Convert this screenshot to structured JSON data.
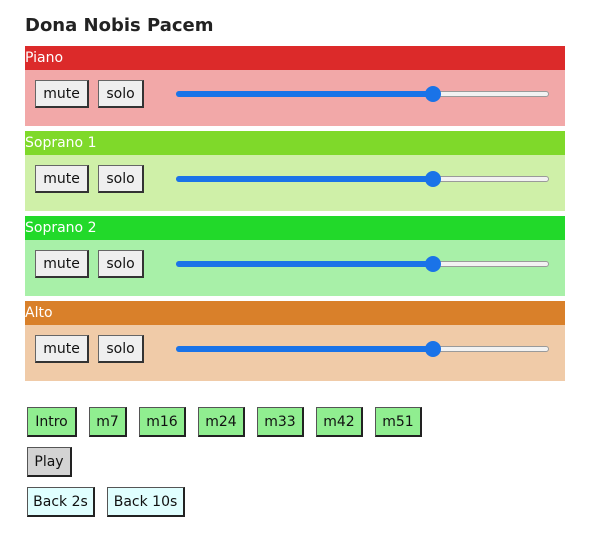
{
  "title": "Dona Nobis Pacem",
  "tracks": [
    {
      "name": "Piano",
      "header_color": "#dc2a2a",
      "body_color": "#f2a8a8",
      "mute_label": "mute",
      "solo_label": "solo",
      "volume": 0.69
    },
    {
      "name": "Soprano 1",
      "header_color": "#7fd92a",
      "body_color": "#cff0a8",
      "mute_label": "mute",
      "solo_label": "solo",
      "volume": 0.69
    },
    {
      "name": "Soprano 2",
      "header_color": "#22d92a",
      "body_color": "#a8f0a8",
      "mute_label": "mute",
      "solo_label": "solo",
      "volume": 0.69
    },
    {
      "name": "Alto",
      "header_color": "#d9802a",
      "body_color": "#f0cba8",
      "mute_label": "mute",
      "solo_label": "solo",
      "volume": 0.69
    }
  ],
  "markers": [
    "Intro",
    "m7",
    "m16",
    "m24",
    "m33",
    "m42",
    "m51"
  ],
  "play_label": "Play",
  "back_buttons": [
    "Back 2s",
    "Back 10s"
  ],
  "colors": {
    "slider_accent": "#1a73e8",
    "marker_bg": "#90ee90",
    "play_bg": "#d3d3d3",
    "back_bg": "#e0ffff"
  }
}
